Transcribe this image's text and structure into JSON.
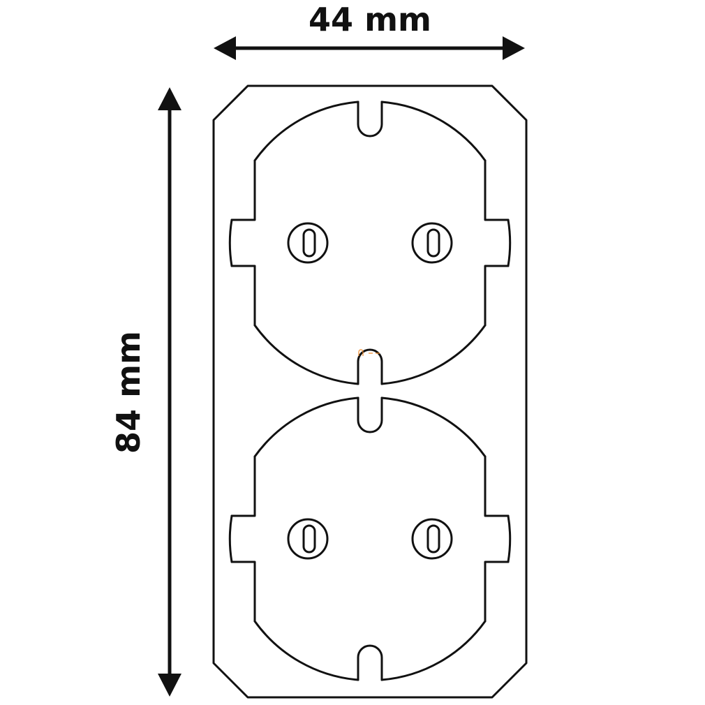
{
  "dimensions": {
    "width_label": "44 mm",
    "height_label": "84 mm"
  },
  "object": {
    "type": "double socket outlet",
    "socket_count": 2
  },
  "colors": {
    "line": "#111111",
    "background": "#ffffff"
  }
}
